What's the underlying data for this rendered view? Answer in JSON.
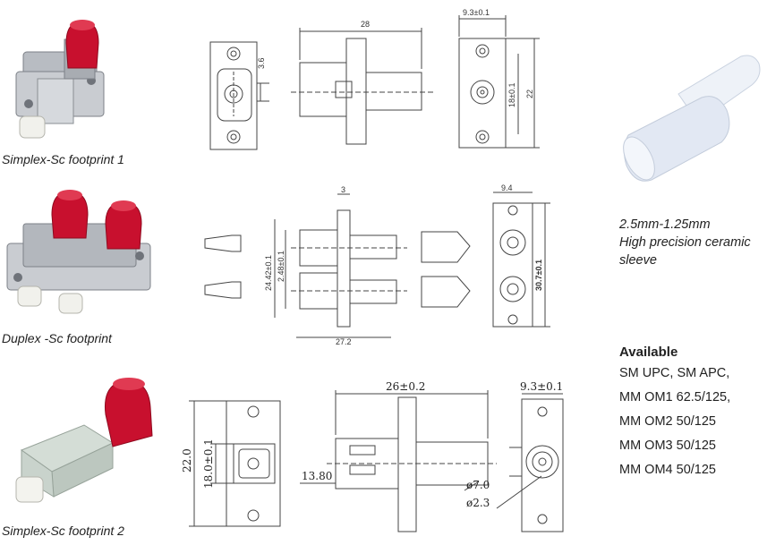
{
  "captions": {
    "row1": "Simplex-Sc footprint 1",
    "row2": "Duplex  -Sc footprint",
    "row3": "Simplex-Sc footprint  2"
  },
  "sleeve": {
    "line1": "2.5mm-1.25mm",
    "line2": "High precision ceramic",
    "line3": "sleeve"
  },
  "available": {
    "title": "Available",
    "items": [
      "SM UPC, SM APC,",
      "MM OM1 62.5/125,",
      "MM OM2 50/125",
      "MM OM3 50/125",
      "MM OM4 50/125"
    ]
  },
  "dims": {
    "d1": {
      "length": "28",
      "width": "9.3±0.1",
      "small": "3.6",
      "inner": "18±0.1",
      "height": "22"
    },
    "d2": {
      "tab": "3",
      "width": "9.4",
      "left1": "24.42±0.1",
      "left2": "2.48±0.1",
      "height": "30.7±0.1",
      "bottom": "27.2"
    },
    "d3": {
      "height": "22.0",
      "inner": "18.0±0.1",
      "length": "26±0.2",
      "width": "9.3±0.1",
      "left": "13.80",
      "phi1": "ø7.0",
      "phi2": "ø2.3"
    }
  },
  "colors": {
    "cap": "#c8102e",
    "metal": "#b8bcc2",
    "ceramic": "#e8edf5",
    "line": "#444444"
  }
}
